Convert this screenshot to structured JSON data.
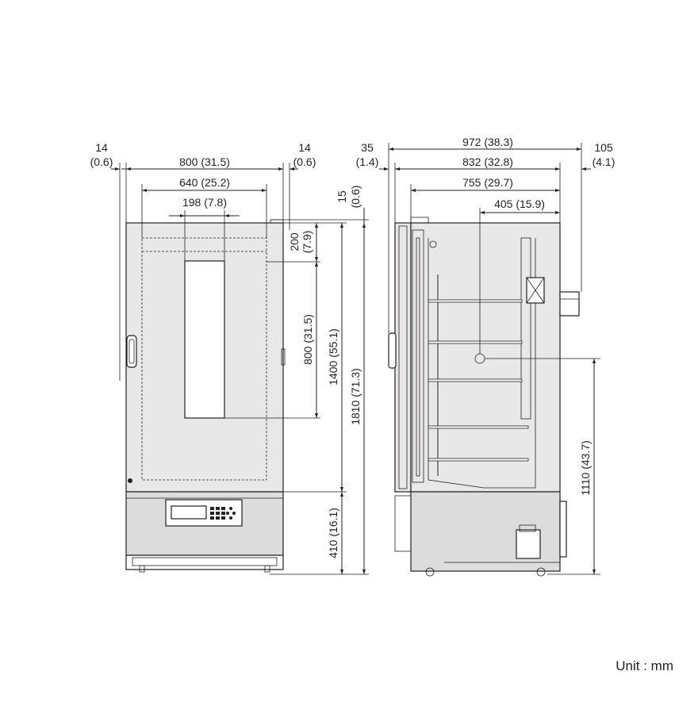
{
  "title": "",
  "unit_label": "Unit : mm",
  "front_view": {
    "dim_left_margin": "14",
    "dim_left_margin_in": "(0.6)",
    "dim_width": "800 (31.5)",
    "dim_right_margin": "14",
    "dim_right_margin_in": "(0.6)",
    "dim_inner_width": "640 (25.2)",
    "dim_window_width": "198 (7.8)",
    "dim_top_gap": "15",
    "dim_top_gap_in": "(0.6)",
    "dim_window_top": "200",
    "dim_window_top_in": "(7.9)",
    "dim_window_height": "800 (31.5)",
    "dim_door_height": "1400 (55.1)",
    "dim_total_height": "1810 (71.3)",
    "dim_base_height": "410 (16.1)"
  },
  "side_view": {
    "dim_left_margin": "35",
    "dim_left_margin_in": "(1.4)",
    "dim_total_depth": "972 (38.3)",
    "dim_right_margin": "105",
    "dim_right_margin_in": "(4.1)",
    "dim_body_depth": "832 (32.8)",
    "dim_inner_depth": "755 (29.7)",
    "dim_port_depth": "405 (15.9)",
    "dim_port_height": "1110 (43.7)"
  },
  "colors": {
    "line": "#231f20",
    "body_fill": "#e8e8e8",
    "panel_fill": "#dcdcdc",
    "background": "#ffffff"
  }
}
